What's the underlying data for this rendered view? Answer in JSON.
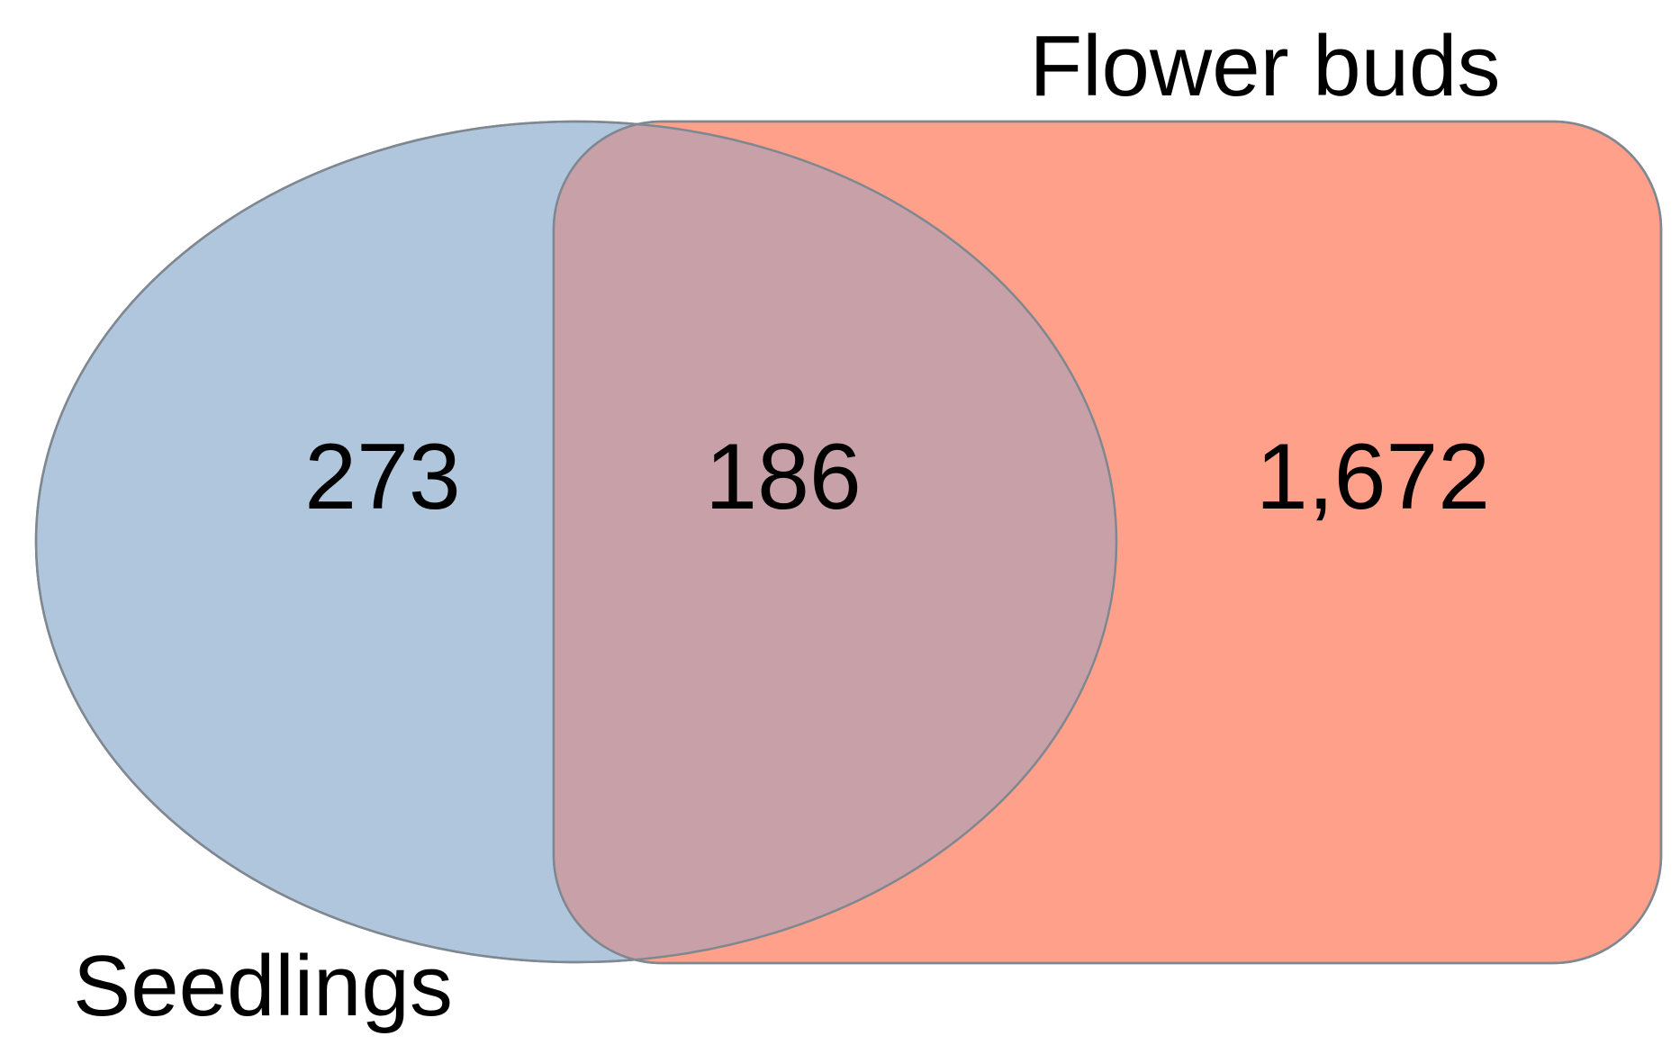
{
  "diagram": {
    "type": "venn",
    "sets": [
      {
        "id": "seedlings",
        "name": "Seedlings",
        "color": "#B0C6DC",
        "only_count": "273"
      },
      {
        "id": "flower_buds",
        "name": "Flower buds",
        "color": "#FFA08A",
        "only_count": "1,672"
      }
    ],
    "intersection": {
      "count": "186",
      "color": "#C8A0A8"
    },
    "stroke_color": "#7F8790"
  }
}
